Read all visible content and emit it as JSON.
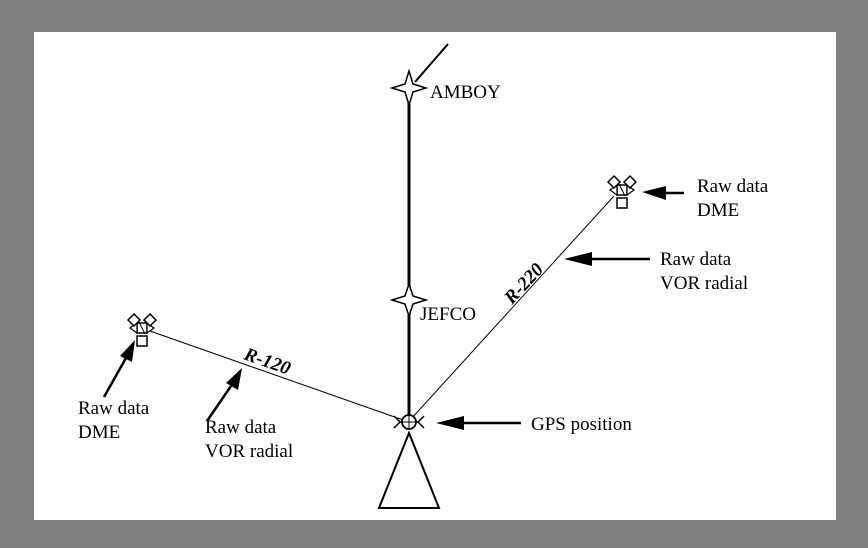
{
  "labels": {
    "amboy": "AMBOY",
    "jefco": "JEFCO",
    "gps_position": "GPS position",
    "right_dme_line1": "Raw data",
    "right_dme_line2": "DME",
    "right_vor_line1": "Raw data",
    "right_vor_line2": "VOR radial",
    "left_dme_line1": "Raw data",
    "left_dme_line2": "DME",
    "left_vor_line1": "Raw data",
    "left_vor_line2": "VOR radial",
    "radial_right": "R-220",
    "radial_left": "R-120"
  },
  "colors": {
    "frame": "#808080",
    "panel": "#ffffff",
    "ink": "#000000"
  },
  "icons": {
    "waypoint": "four-point-star-icon",
    "vor_dme_station": "vor-dme-icon",
    "aircraft": "aircraft-position-icon",
    "pointer": "arrow-icon"
  }
}
